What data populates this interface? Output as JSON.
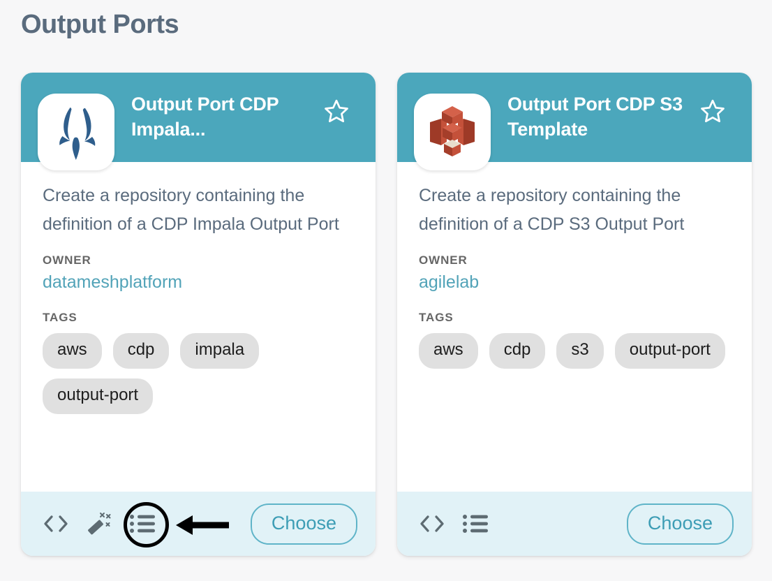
{
  "page": {
    "title": "Output Ports",
    "background_color": "#f7f7f8"
  },
  "theme": {
    "header_teal": "#4ba7bc",
    "footer_blue": "#e1f2f7",
    "link_teal": "#52a3b8",
    "title_slate": "#5a6b7d",
    "tag_gray": "#e0e0e0",
    "choose_border": "#5fb4c8",
    "annotation_black": "#000000"
  },
  "labels": {
    "owner": "OWNER",
    "tags": "TAGS",
    "choose": "Choose"
  },
  "icons": {
    "star": "star-outline-icon",
    "code": "code-brackets-icon",
    "wand": "magic-wand-icon",
    "list": "list-icon",
    "arrow": "annotation-arrow-left-icon"
  },
  "cards": [
    {
      "title": "Output Port CDP Impala...",
      "logo": "impala-antelope-logo",
      "logo_color": "#2f5e8c",
      "favorite": false,
      "description": "Create a repository containing the definition of a CDP Impala Output Port",
      "owner": "datameshplatform",
      "tags": [
        "aws",
        "cdp",
        "impala",
        "output-port"
      ],
      "footer_icons": [
        "code-brackets-icon",
        "magic-wand-icon",
        "list-icon"
      ],
      "choose": "Choose",
      "annotated": true
    },
    {
      "title": "Output Port CDP S3 Template",
      "logo": "aws-s3-bucket-logo",
      "logo_color": "#bf4430",
      "favorite": false,
      "description": "Create a repository containing the definition of a CDP S3 Output Port",
      "owner": "agilelab",
      "tags": [
        "aws",
        "cdp",
        "s3",
        "output-port"
      ],
      "footer_icons": [
        "code-brackets-icon",
        "list-icon"
      ],
      "choose": "Choose",
      "annotated": false
    }
  ]
}
